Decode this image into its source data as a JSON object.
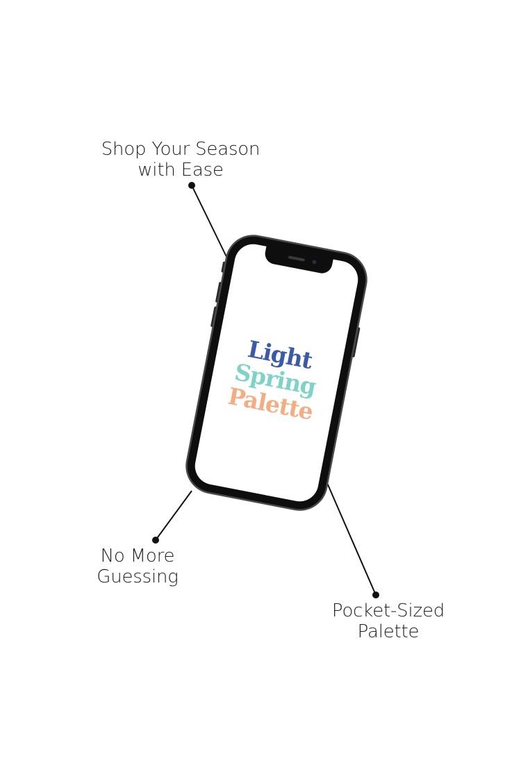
{
  "callouts": {
    "top": {
      "line1": "Shop Your Season",
      "line2": "with Ease"
    },
    "bottom_left": {
      "line1": "No More",
      "line2": "Guessing"
    },
    "bottom_right": {
      "line1": "Pocket-Sized",
      "line2": "Palette"
    }
  },
  "screen": {
    "title_words": [
      "Light",
      "Spring",
      "Palette"
    ]
  },
  "colors": {
    "word1": "#3b5ba8",
    "word2": "#7fd3c6",
    "word3": "#f3ad82",
    "text": "#1f1f1f",
    "lines": "#111111"
  }
}
